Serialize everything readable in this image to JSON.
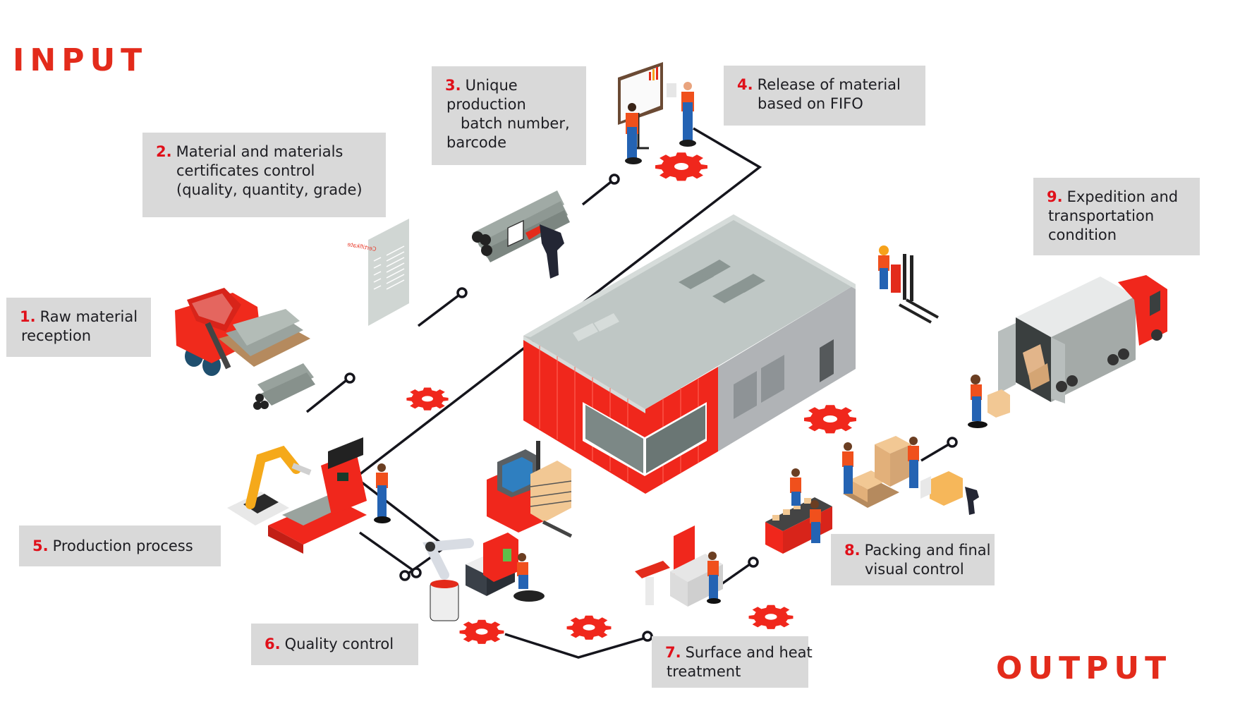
{
  "labels": {
    "input": "INPUT",
    "output": "OUTPUT"
  },
  "colors": {
    "accent_red": "#e32b1b",
    "step_number_red": "#e0101a",
    "box_gray": "#d9d9d9",
    "text_dark": "#1d1d22"
  },
  "steps": [
    {
      "number": "1.",
      "lines": [
        "Raw material",
        "reception"
      ]
    },
    {
      "number": "2.",
      "lines": [
        "Material and materials",
        "certificates control",
        "(quality, quantity, grade)"
      ]
    },
    {
      "number": "3.",
      "lines": [
        "Unique",
        "production",
        "   batch number,",
        "barcode"
      ]
    },
    {
      "number": "4.",
      "lines": [
        "Release of material",
        "based on FIFO"
      ]
    },
    {
      "number": "5.",
      "lines": [
        "Production process"
      ]
    },
    {
      "number": "6.",
      "lines": [
        "Quality control"
      ]
    },
    {
      "number": "7.",
      "lines": [
        "Surface and heat",
        "treatment"
      ]
    },
    {
      "number": "8.",
      "lines": [
        "Packing and final",
        "visual control"
      ]
    },
    {
      "number": "9.",
      "lines": [
        "Expedition and",
        "transportation",
        "condition"
      ]
    }
  ],
  "illustrations": {
    "certificate_text": "Certifikate",
    "icons": [
      "forklift-icon",
      "certificate-icon",
      "pipes-barcode-scanner-icon",
      "workers-whiteboard-icon",
      "warehouse-building-icon",
      "robotic-production-line-icon",
      "robot-arm-operator-icon",
      "surface-treatment-machine-icon",
      "packing-conveyor-icon",
      "delivery-truck-icon",
      "gear-icon"
    ]
  }
}
